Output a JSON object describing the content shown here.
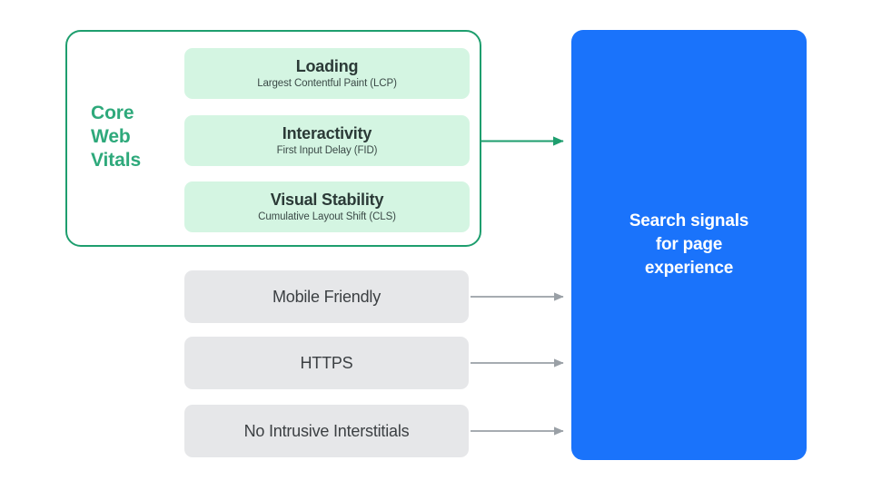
{
  "diagram": {
    "title": "Search signals for page experience",
    "colors": {
      "green_border": "#1E9E6E",
      "green_label": "#2EA97B",
      "green_card_bg": "#D4F5E2",
      "gray_box_bg": "#E6E7E9",
      "gray_arrow": "#9AA0A6",
      "blue_panel": "#1A73FB",
      "dark_text": "#3C4043",
      "white_text": "#FFFFFF"
    }
  },
  "core_web_vitals": {
    "group_label": "Core Web Vitals",
    "group_label_lines": [
      "Core",
      "Web",
      "Vitals"
    ],
    "cards": [
      {
        "title": "Loading",
        "subtitle": "Largest Contentful Paint (LCP)",
        "metric_abbr": "LCP"
      },
      {
        "title": "Interactivity",
        "subtitle": "First Input Delay (FID)",
        "metric_abbr": "FID"
      },
      {
        "title": "Visual Stability",
        "subtitle": "Cumulative Layout Shift (CLS)",
        "metric_abbr": "CLS"
      }
    ]
  },
  "other_factors": [
    {
      "label": "Mobile Friendly"
    },
    {
      "label": "HTTPS"
    },
    {
      "label": "No Intrusive Interstitials"
    }
  ],
  "output_panel": {
    "text": "Search signals\nfor page\nexperience"
  }
}
